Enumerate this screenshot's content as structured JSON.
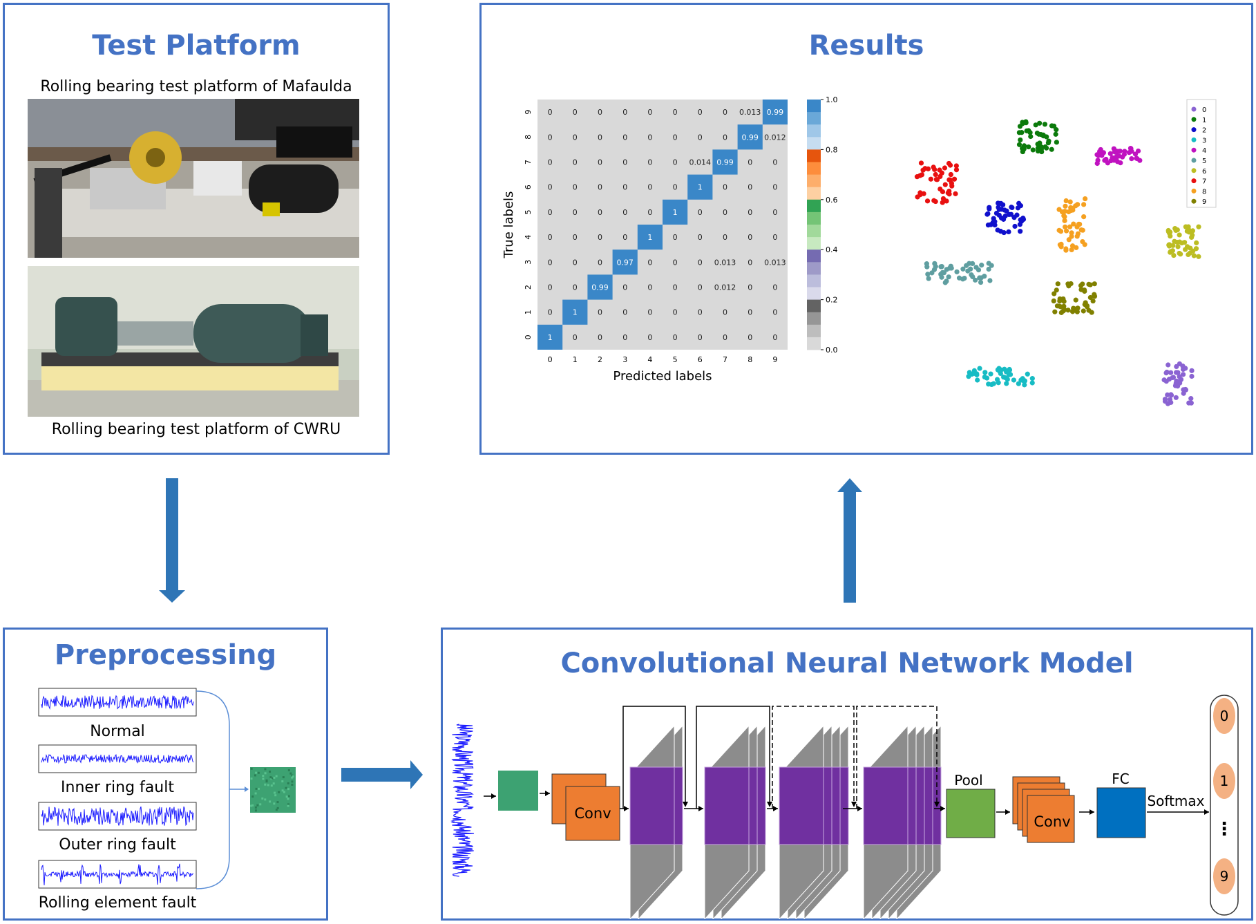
{
  "panels": {
    "test_platform": {
      "title": "Test Platform",
      "photo1_caption": "Rolling bearing test platform of Mafaulda",
      "photo2_caption": "Rolling bearing test platform of CWRU"
    },
    "results": {
      "title": "Results",
      "confusion_matrix": {
        "xlabel": "Predicted labels",
        "ylabel": "True labels",
        "colorbar_ticks": [
          "1.0",
          "0.8",
          "0.6",
          "0.4",
          "0.2",
          "0.0"
        ]
      },
      "tsne_legend": [
        "0",
        "1",
        "2",
        "3",
        "4",
        "5",
        "6",
        "7",
        "8",
        "9"
      ]
    },
    "preprocessing": {
      "title": "Preprocessing",
      "signals": [
        "Normal",
        "Inner ring fault",
        "Outer ring fault",
        "Rolling element fault"
      ]
    },
    "cnn": {
      "title": "Convolutional Neural Network Model",
      "conv_label_1": "Conv",
      "pool_label": "Pool",
      "conv_label_2": "Conv",
      "fc_label": "FC",
      "softmax_label": "Softmax",
      "outputs": [
        "0",
        "1",
        "⋮",
        "9"
      ]
    }
  },
  "colors": {
    "panel_border": "#4472c4",
    "arrow": "#2e75b6",
    "conv": "#ed7d31",
    "pool": "#70ad47",
    "fc": "#0070c0",
    "residual_block": "#7030a0",
    "output_node": "#f4b183",
    "matrix_diagonal": "#3a87c8",
    "matrix_background": "#d9d9d9"
  },
  "chart_data": {
    "type": "heatmap",
    "xlabel": "Predicted labels",
    "ylabel": "True labels",
    "categories": [
      "0",
      "1",
      "2",
      "3",
      "4",
      "5",
      "6",
      "7",
      "8",
      "9"
    ],
    "matrix": [
      [
        "1",
        "0",
        "0",
        "0",
        "0",
        "0",
        "0",
        "0",
        "0",
        "0"
      ],
      [
        "0",
        "1",
        "0",
        "0",
        "0",
        "0",
        "0",
        "0",
        "0",
        "0"
      ],
      [
        "0",
        "0",
        "0.99",
        "0",
        "0",
        "0",
        "0",
        "0.012",
        "0",
        "0"
      ],
      [
        "0",
        "0",
        "0",
        "0.97",
        "0",
        "0",
        "0",
        "0.013",
        "0",
        "0.013"
      ],
      [
        "0",
        "0",
        "0",
        "0",
        "1",
        "0",
        "0",
        "0",
        "0",
        "0"
      ],
      [
        "0",
        "0",
        "0",
        "0",
        "0",
        "1",
        "0",
        "0",
        "0",
        "0"
      ],
      [
        "0",
        "0",
        "0",
        "0",
        "0",
        "0",
        "1",
        "0",
        "0",
        "0"
      ],
      [
        "0",
        "0",
        "0",
        "0",
        "0",
        "0",
        "0.014",
        "0.99",
        "0",
        "0"
      ],
      [
        "0",
        "0",
        "0",
        "0",
        "0",
        "0",
        "0",
        "0",
        "0.99",
        "0.012"
      ],
      [
        "0",
        "0",
        "0",
        "0",
        "0",
        "0",
        "0",
        "0",
        "0.013",
        "0.99"
      ]
    ],
    "colorbar_range": [
      0,
      1
    ]
  }
}
